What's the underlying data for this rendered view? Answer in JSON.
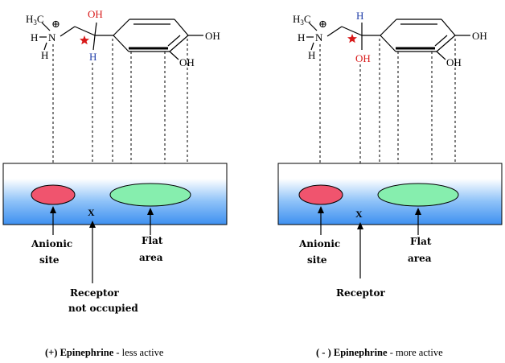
{
  "panels": [
    {
      "id": "left",
      "molecule": {
        "h3c": "H3C",
        "h_n": "H",
        "n": "N",
        "h_below_n": "H",
        "charge": "⊕",
        "up_group": "OH",
        "down_group": "H",
        "oh_para": "OH",
        "oh_meta": "OH",
        "up_color": "#d81818",
        "down_color": "#1e3ca8"
      },
      "x_mark": "X",
      "anionic_label": [
        "Anionic",
        "site"
      ],
      "flat_label": [
        "Flat",
        "area"
      ],
      "receptor_label": [
        "Receptor",
        "not occupied"
      ],
      "caption_bold": "(+) Epinephrine",
      "caption_normal": " - less active"
    },
    {
      "id": "right",
      "molecule": {
        "h3c": "H3C",
        "h_n": "H",
        "n": "N",
        "h_below_n": "H",
        "charge": "⊕",
        "up_group": "H",
        "down_group": "OH",
        "oh_para": "OH",
        "oh_meta": "OH",
        "up_color": "#1e3ca8",
        "down_color": "#d81818"
      },
      "x_mark": "X",
      "anionic_label": [
        "Anionic",
        "site"
      ],
      "flat_label": [
        "Flat",
        "area"
      ],
      "receptor_label": [
        "Receptor"
      ],
      "caption_bold": "( - ) Epinephrine",
      "caption_normal": " - more active"
    }
  ],
  "colors": {
    "anionic_fill": "#f0546e",
    "flat_fill": "#86eeae",
    "star": "#d81818",
    "receptor_top": "#ffffff",
    "receptor_bottom": "#3e90f0"
  }
}
